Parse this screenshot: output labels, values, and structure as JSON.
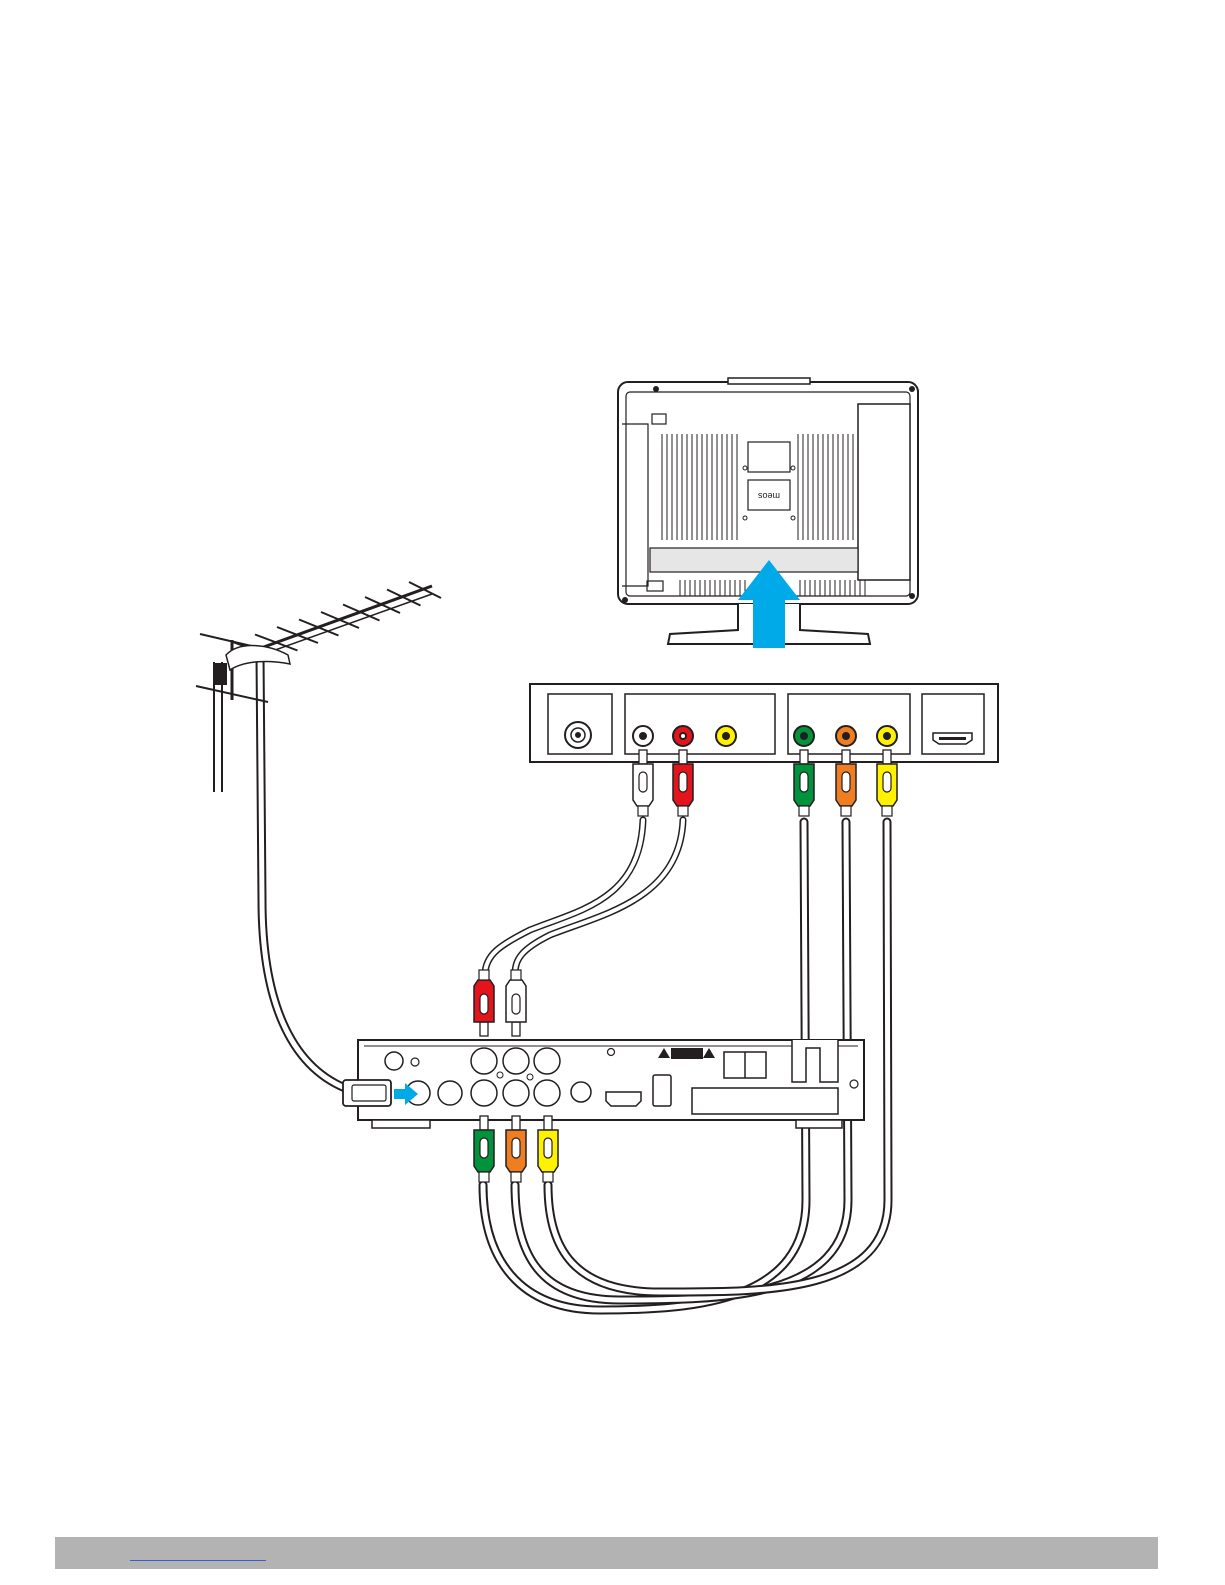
{
  "diagram": {
    "devices": [
      {
        "id": "tv",
        "icon": "television-back-icon",
        "logo_text": "meos"
      },
      {
        "id": "antenna",
        "icon": "yagi-antenna-icon"
      },
      {
        "id": "receiver",
        "icon": "set-top-box-rear-panel-icon"
      }
    ],
    "connectors": {
      "tv_panel": [
        "coax-rf",
        "audio-l-white",
        "audio-r-red",
        "video-yellow",
        "component-y-green",
        "component-pb-orange",
        "component-pr-yellow",
        "hdmi"
      ],
      "receiver_panel": [
        "rf-in",
        "audio-red",
        "audio-white",
        "component-green",
        "component-orange",
        "component-yellow",
        "hdmi",
        "usb"
      ]
    },
    "colors": {
      "white_plug": "#ffffff",
      "red_plug": "#e3141b",
      "yellow_plug": "#fff200",
      "green_plug": "#00933b",
      "orange_plug": "#ef7d22",
      "arrow": "#00a9e8",
      "outline": "#231f20"
    }
  },
  "footer": {
    "bar_color": "#b3b3b3"
  }
}
